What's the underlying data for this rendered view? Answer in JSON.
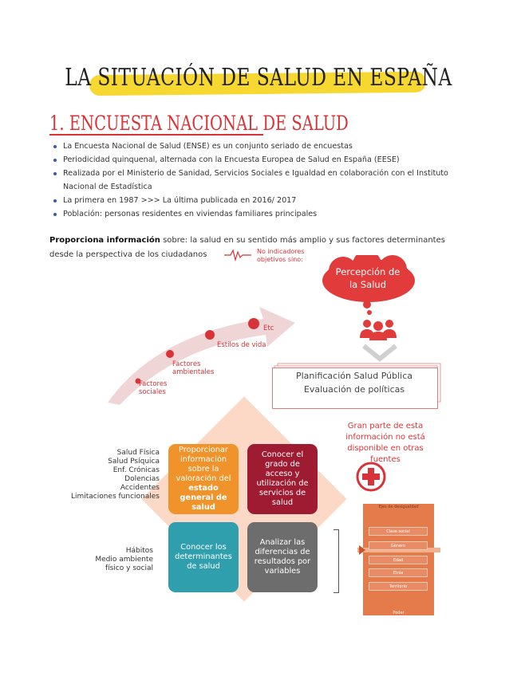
{
  "title": "LA SITUACIÓN DE SALUD EN ESPAÑA",
  "section_heading": "1. ENCUESTA NACIONAL DE SALUD",
  "bullets": [
    "La Encuesta Nacional de Salud (ENSE) es un conjunto seriado de encuestas",
    "Periodicidad quinquenal, alternada con la Encuesta Europea de Salud en España (EESE)",
    "Realizada por el Ministerio de Sanidad, Servicios Sociales e Igualdad en colaboración con el Instituto Nacional de Estadística",
    "La primera en 1987 >>> La última publicada en 2016/ 2017",
    "Población: personas residentes en viviendas familiares principales"
  ],
  "intro": {
    "bold": "Proporciona información",
    "rest": " sobre: la salud en su sentido más amplio y sus factores determinantes desde la perspectiva de los ciudadanos"
  },
  "note_red": "No indicadores objetivos sino:",
  "cloud": "Percepción de la Salud",
  "plan_lines": [
    "Planificación Salud Pública",
    "Evaluación de políticas"
  ],
  "arrow_labels": {
    "factores_sociales": "Factores sociales",
    "factores_ambientales": "Factores ambientales",
    "estilos_de_vida": "Estilos de vida",
    "etc": "Etc"
  },
  "gran_parte": "Gran parte de esta información no está disponible en otras fuentes",
  "quadrants": {
    "orange": {
      "text_before": "Proporcionar información sobre la valoración del ",
      "bold": "estado general de salud",
      "color": "#f0932b"
    },
    "red": {
      "text": "Conocer el grado de acceso y utilización de servicios de salud",
      "color": "#9e1b32"
    },
    "teal": {
      "text": "Conocer los determinantes de salud",
      "color": "#2f9fae"
    },
    "gray": {
      "text": "Analizar las diferencias de resultados por variables",
      "color": "#6d6d6d"
    }
  },
  "left_list_top": [
    "Salud Física",
    "Salud Psíquica",
    "Enf. Crónicas",
    "Dolencias",
    "Accidentes",
    "Limitaciones funcionales"
  ],
  "left_list_bottom": [
    "Hábitos",
    "Medio ambiente",
    "físico y social"
  ],
  "poster": {
    "title": "Ejes de desigualdad",
    "items": [
      "Clase social",
      "Género",
      "Edad",
      "Etnia",
      "Territorio"
    ],
    "bottom": "Poder"
  },
  "colors": {
    "accent_red": "#d83338",
    "highlight_yellow": "#f7d830",
    "bullet_blue": "#3d5aa8"
  }
}
